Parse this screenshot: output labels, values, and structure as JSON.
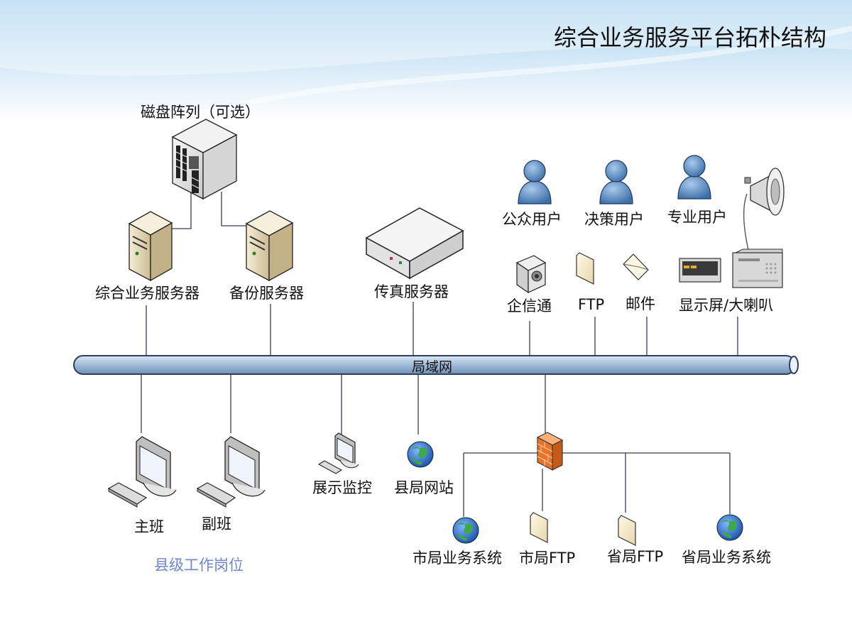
{
  "title": "综合业务服务平台拓朴结构",
  "network": {
    "lan_label": "局域网"
  },
  "servers": {
    "disk_array": "磁盘阵列（可选）",
    "main_server": "综合业务服务器",
    "backup_server": "备份服务器",
    "fax_server": "传真服务器"
  },
  "users": {
    "public": "公众用户",
    "decision": "决策用户",
    "professional": "专业用户"
  },
  "channels": {
    "qixintong": "企信通",
    "ftp": "FTP",
    "mail": "邮件",
    "display_speaker": "显示屏/大喇叭"
  },
  "stations": {
    "main_shift": "主班",
    "deputy_shift": "副班",
    "monitor": "展示监控",
    "county_site": "县局网站",
    "group_label": "县级工作岗位"
  },
  "external": {
    "city_system": "市局业务系统",
    "city_ftp": "市局FTP",
    "prov_ftp": "省局FTP",
    "prov_system": "省局业务系统"
  },
  "colors": {
    "pipe": "#a8c4e0",
    "user_blue": "#4a7fb9",
    "firewall": "#e87830",
    "group_text": "#6f86c9"
  }
}
